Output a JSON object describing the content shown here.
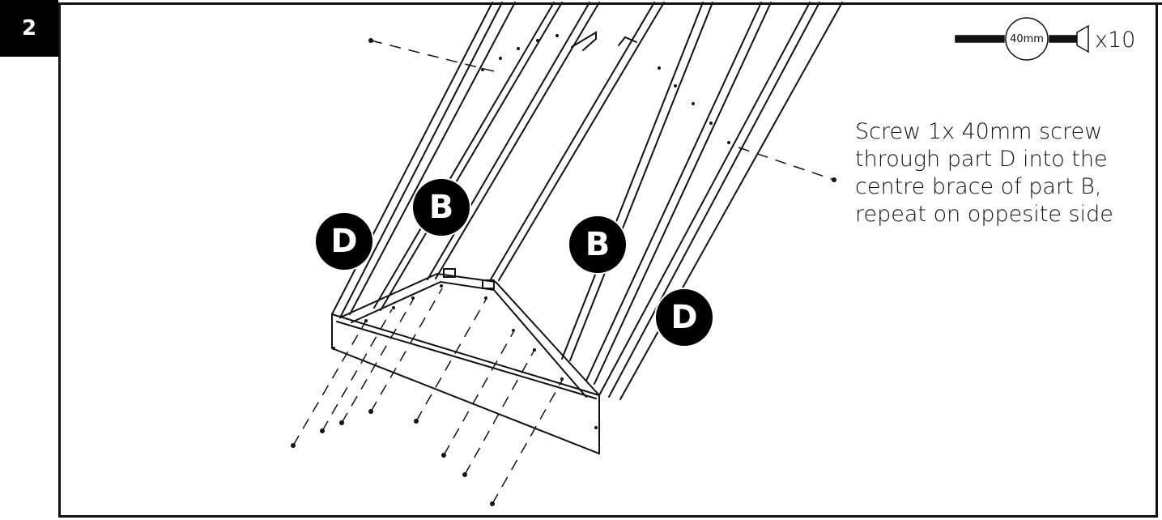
{
  "step": {
    "number": "2"
  },
  "hardware": {
    "screw_size": "40mm",
    "quantity": "x10"
  },
  "instruction": {
    "text": "Screw 1x 40mm screw through part D into the centre brace of part B, repeat on oppesite side"
  },
  "parts": [
    {
      "label": "D"
    },
    {
      "label": "B"
    },
    {
      "label": "B"
    },
    {
      "label": "D"
    }
  ]
}
